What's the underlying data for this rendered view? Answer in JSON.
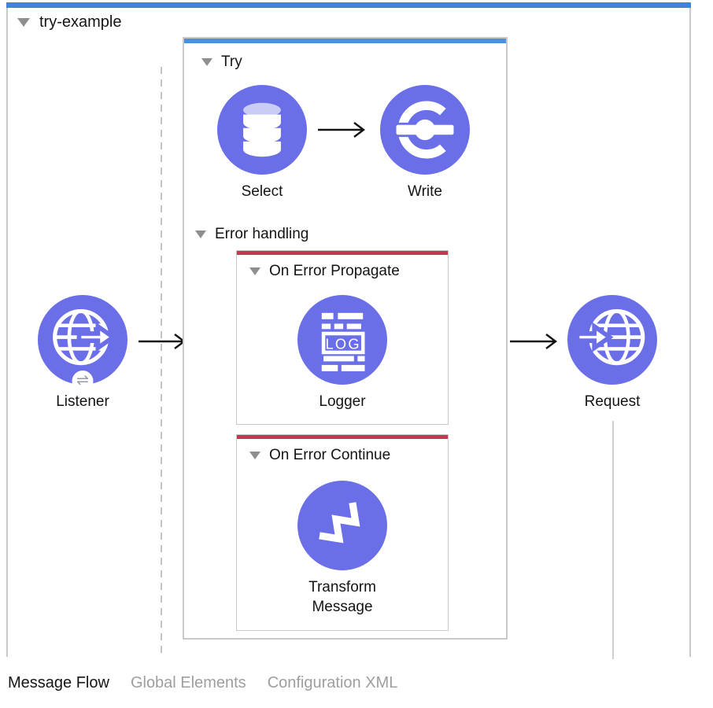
{
  "flow": {
    "title": "try-example"
  },
  "scopes": {
    "try": "Try",
    "error_handling": "Error handling",
    "on_error_propagate": "On Error Propagate",
    "on_error_continue": "On Error Continue"
  },
  "nodes": {
    "listener": {
      "label": "Listener",
      "icon": "globe-arrow-out-icon"
    },
    "select": {
      "label": "Select",
      "icon": "database-icon"
    },
    "write": {
      "label": "Write",
      "icon": "file-write-connector-icon"
    },
    "logger": {
      "label": "Logger",
      "icon": "log-lines-icon",
      "log_text": "LOG"
    },
    "transform": {
      "label": "Transform Message",
      "icon": "dataweave-icon"
    },
    "request": {
      "label": "Request",
      "icon": "globe-arrow-in-icon"
    }
  },
  "badges": {
    "listener_exchange": "⇌"
  },
  "tabs": [
    {
      "label": "Message Flow",
      "active": true
    },
    {
      "label": "Global Elements",
      "active": false
    },
    {
      "label": "Configuration XML",
      "active": false
    }
  ],
  "colors": {
    "node_circle": "#6a6fe8",
    "flow_selection_bar": "#3d86dd",
    "try_scope_bar": "#4a90db",
    "error_handler_bar": "#c03b50",
    "scope_border": "#c9c9c9",
    "database_top": "#c9ccf5",
    "inactive_tab_text": "#9e9e9e",
    "arrow": "#141414"
  }
}
